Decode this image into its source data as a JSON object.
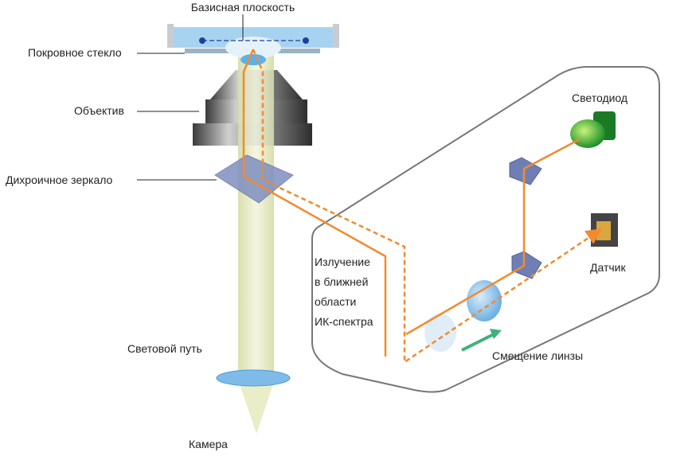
{
  "labels": {
    "reference_plane": "Базисная плоскость",
    "cover_glass": "Покровное стекло",
    "objective": "Объектив",
    "dichroic_mirror": "Дихроичное зеркало",
    "light_path": "Световой путь",
    "camera": "Камера",
    "led": "Светодиод",
    "sensor": "Датчик",
    "nir_line1": "Излучение",
    "nir_line2": "в ближней",
    "nir_line3": "области",
    "nir_line4": "ИК-спектра",
    "lens_shift": "Смещение линзы"
  },
  "colors": {
    "beam": "#f28a2e",
    "housing": "#777777",
    "mirror": "#7f8fbf",
    "led": "#2fae3a",
    "shift_arrow": "#3cb37a",
    "light_column": "#e9edc8"
  }
}
